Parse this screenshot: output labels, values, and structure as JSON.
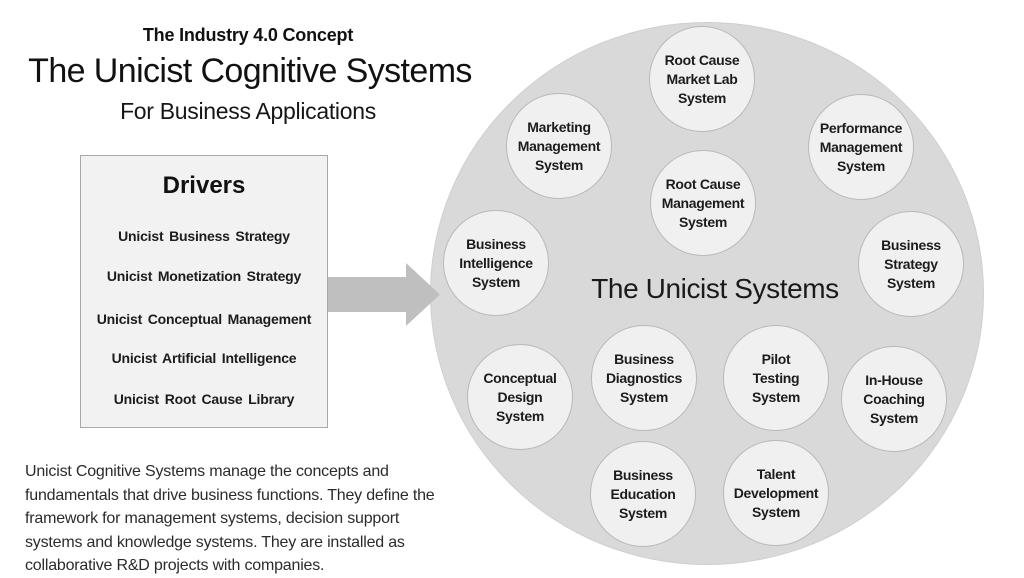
{
  "header": {
    "kicker": "The Industry 4.0 Concept",
    "title": "The Unicist Cognitive Systems",
    "subtitle": "For Business Applications"
  },
  "drivers": {
    "heading": "Drivers",
    "items": [
      "Unicist Business Strategy",
      "Unicist Monetization Strategy",
      "Unicist Conceptual Management",
      "Unicist Artificial Intelligence",
      "Unicist Root Cause Library"
    ]
  },
  "diagram": {
    "center_label": "The Unicist Systems",
    "systems": [
      "Root Cause\nMarket Lab\nSystem",
      "Marketing\nManagement\nSystem",
      "Performance\nManagement\nSystem",
      "Root Cause\nManagement\nSystem",
      "Business\nIntelligence\nSystem",
      "Business\nStrategy\nSystem",
      "Conceptual\nDesign\nSystem",
      "Business\nDiagnostics\nSystem",
      "Pilot\nTesting\nSystem",
      "In-House\nCoaching\nSystem",
      "Business\nEducation\nSystem",
      "Talent\nDevelopment\nSystem"
    ]
  },
  "description": "Unicist Cognitive Systems manage the concepts and\nfundamentals that drive business functions. They define the\nframework for management systems, decision support\nsystems and knowledge systems. They are installed as\ncollaborative R&D projects with companies.",
  "colors": {
    "big_circle_fill": "#d9d9d9",
    "node_fill": "#f0f0f0",
    "node_border": "#b9b9b9",
    "drivers_box_fill": "#f2f2f2",
    "drivers_box_border": "#aaaaaa",
    "arrow_fill": "#bfbfbf",
    "text": "#1f1f1f"
  }
}
